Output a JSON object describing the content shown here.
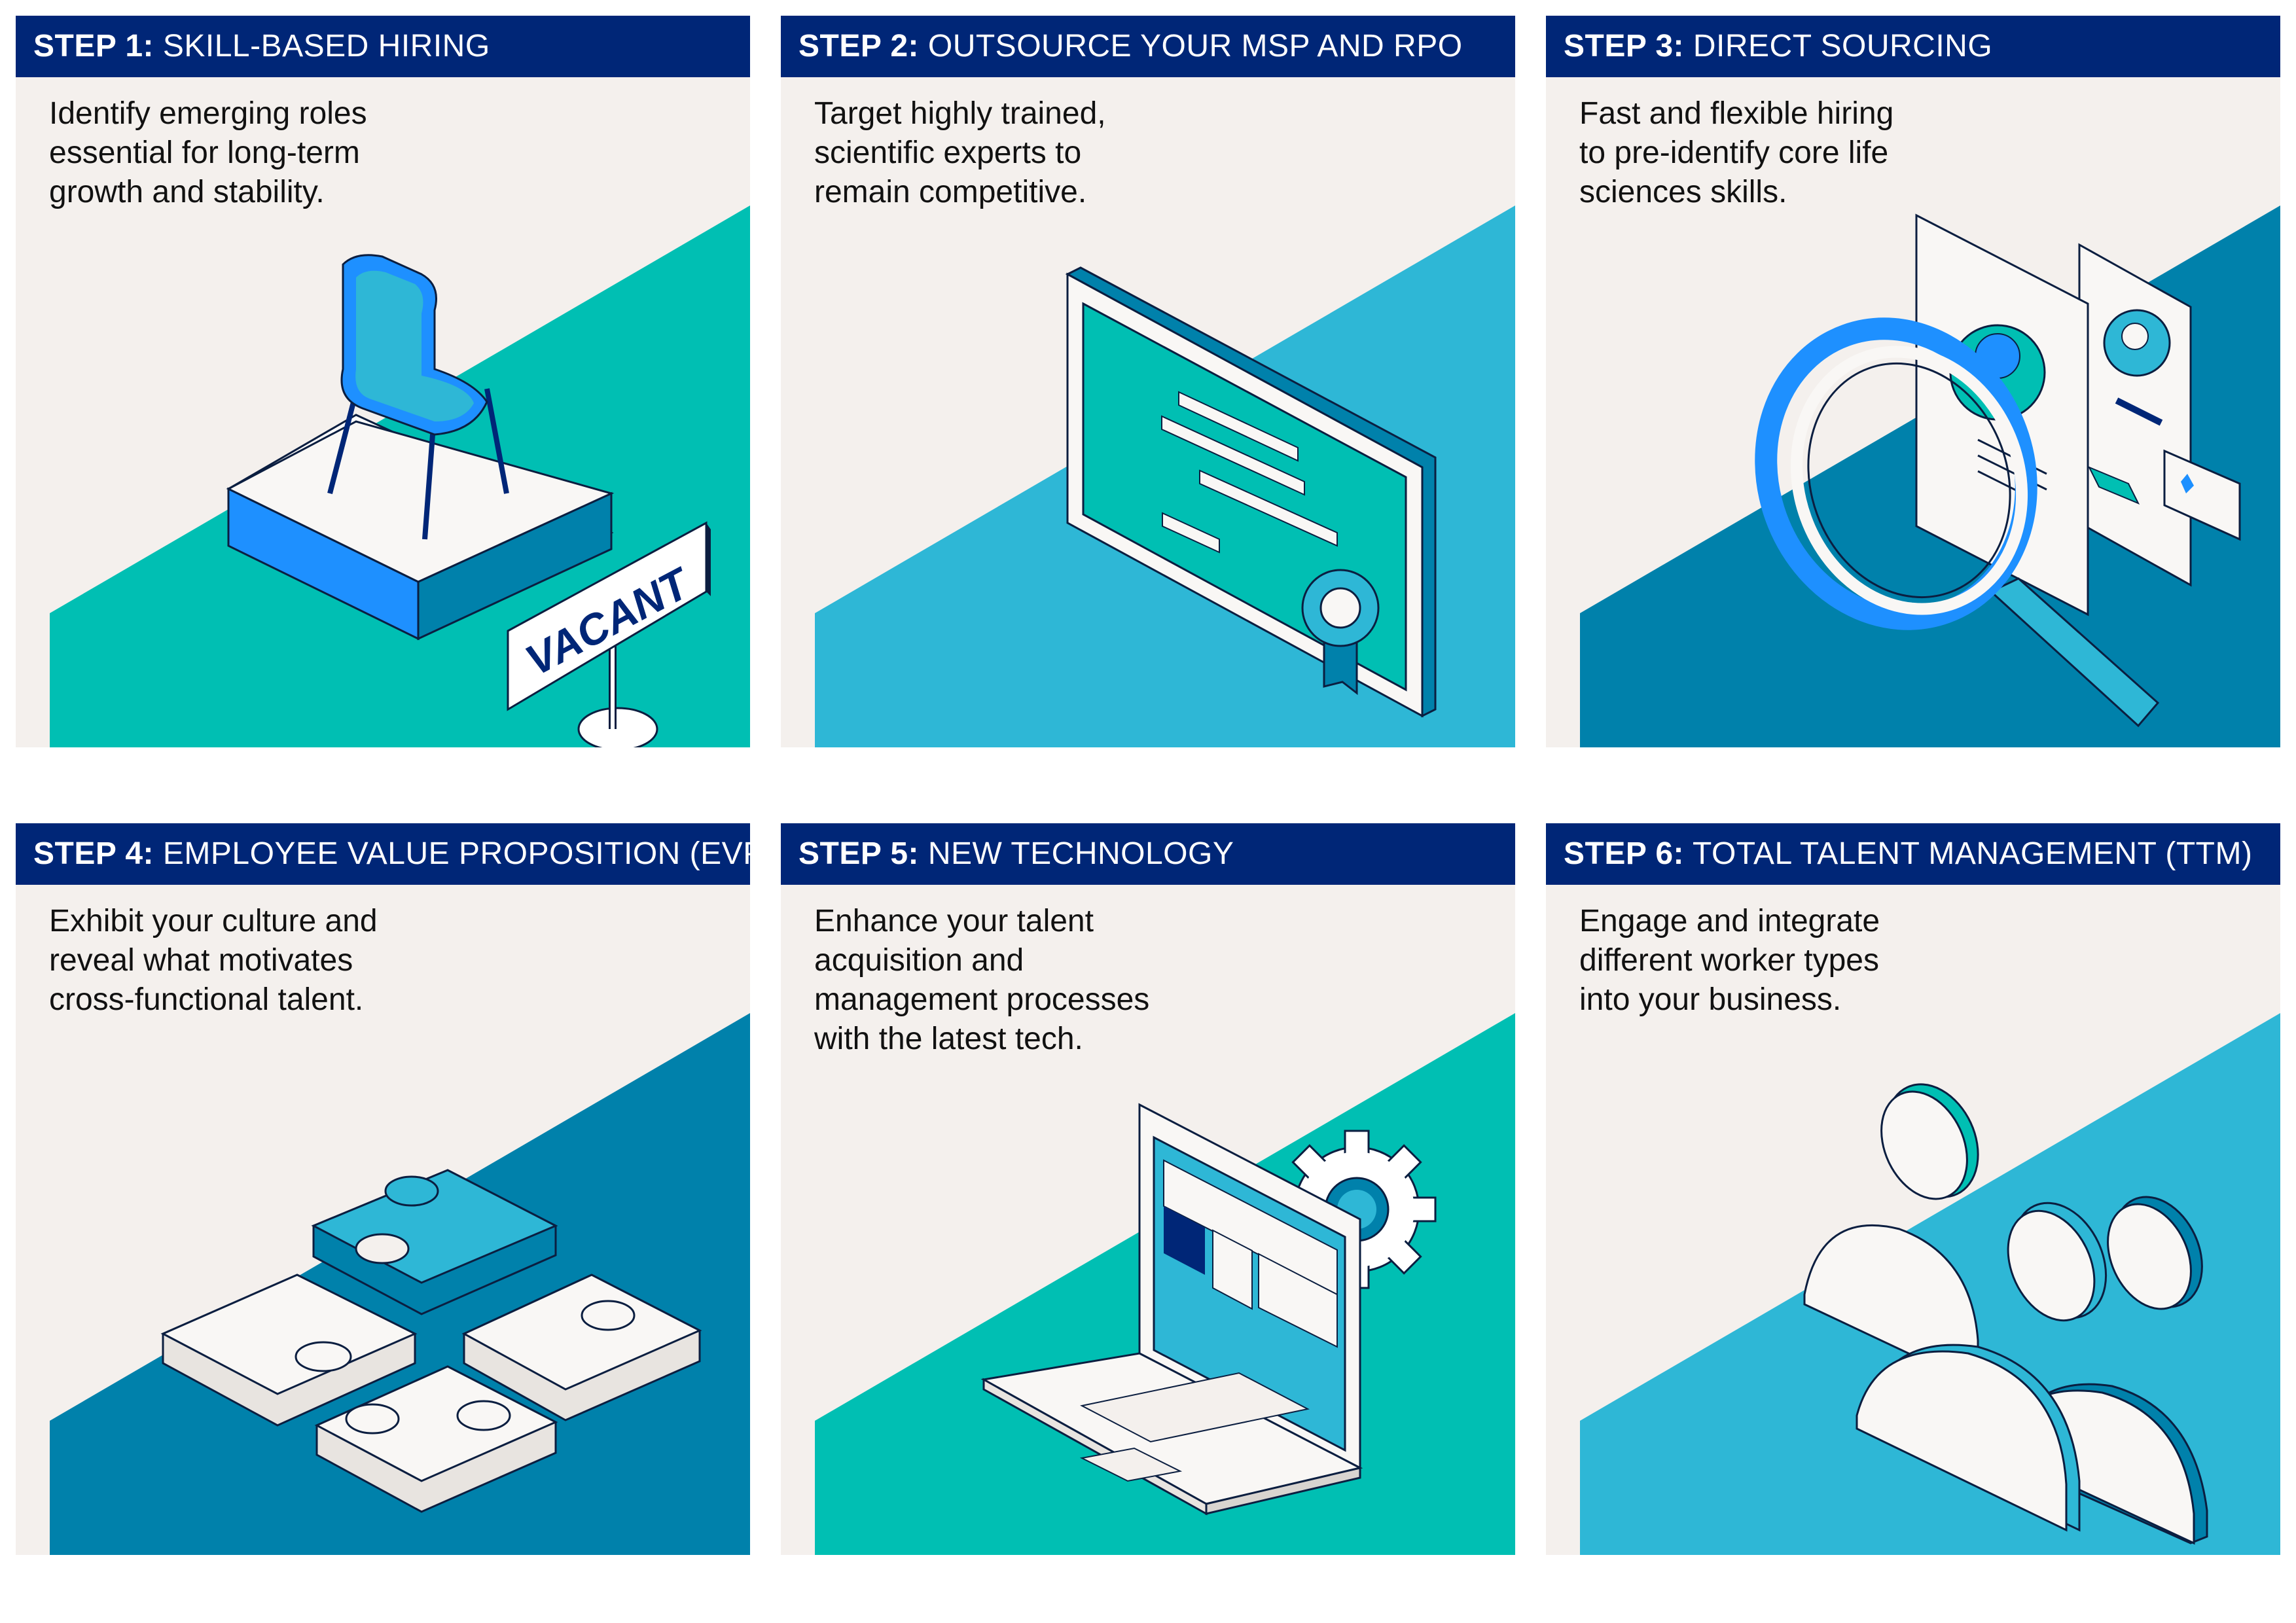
{
  "colors": {
    "header_bg": "#002677",
    "card_bg": "#f4f0ed",
    "teal": "#00bfb3",
    "light_blue": "#2eb7d6",
    "dark_blue": "#0081ab",
    "bright_blue": "#1e90ff",
    "navy": "#002677"
  },
  "steps": [
    {
      "label": "STEP 1:",
      "title": "SKILL-BASED HIRING",
      "desc_lines": [
        "Identify emerging roles",
        "essential for long-term",
        "growth and stability."
      ],
      "sign_text": "VACANT",
      "icon": "vacant-chair-icon"
    },
    {
      "label": "STEP 2:",
      "title": "OUTSOURCE YOUR MSP AND RPO",
      "desc_lines": [
        "Target highly trained,",
        "scientific experts to",
        "remain competitive."
      ],
      "icon": "certificate-icon"
    },
    {
      "label": "STEP 3:",
      "title": "DIRECT SOURCING",
      "desc_lines": [
        "Fast and flexible hiring",
        "to pre-identify core life",
        "sciences skills."
      ],
      "icon": "magnifier-resume-icon"
    },
    {
      "label": "STEP 4:",
      "title": "EMPLOYEE VALUE PROPOSITION (EVP)",
      "desc_lines": [
        "Exhibit your culture and",
        "reveal what motivates",
        "cross-functional talent."
      ],
      "icon": "puzzle-pieces-icon"
    },
    {
      "label": "STEP 5:",
      "title": "NEW TECHNOLOGY",
      "desc_lines": [
        "Enhance your talent",
        "acquisition and",
        "management processes",
        "with the latest tech."
      ],
      "icon": "laptop-gear-icon"
    },
    {
      "label": "STEP 6:",
      "title": "TOTAL TALENT MANAGEMENT (TTM)",
      "desc_lines": [
        "Engage and integrate",
        "different worker types",
        "into your business."
      ],
      "icon": "people-group-icon"
    }
  ]
}
